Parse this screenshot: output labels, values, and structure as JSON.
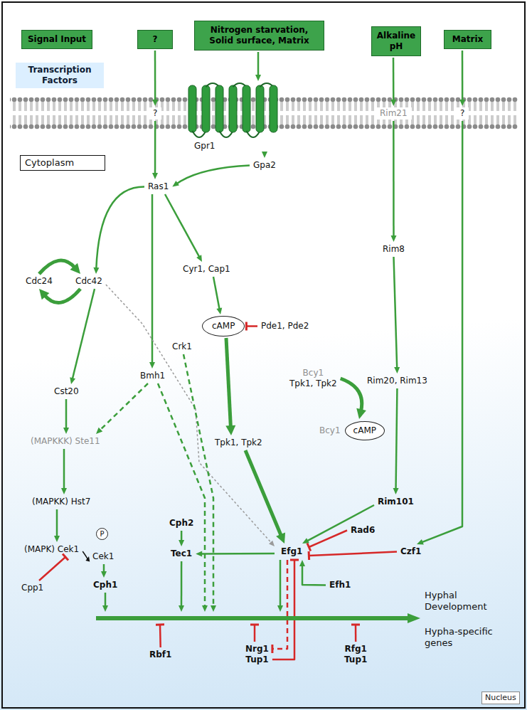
{
  "diagram": {
    "nodes": [
      {
        "text": [
          "Signal Input"
        ]
      },
      {
        "text": [
          "?"
        ]
      },
      {
        "text": [
          "Nitrogen starvation, Solid surface, Matrix"
        ]
      },
      {
        "text": [
          "Alkaline pH"
        ]
      },
      {
        "text": [
          "Matrix"
        ]
      },
      {
        "text": [
          "Transcription Factors"
        ]
      },
      {
        "text": [
          "?"
        ]
      },
      {
        "text": [
          "Gpr1"
        ]
      },
      {
        "text": [
          "Rim21"
        ]
      },
      {
        "text": [
          "?"
        ]
      },
      {
        "text": [
          "Cytoplasm"
        ]
      },
      {
        "text": [
          "Gpa2"
        ]
      },
      {
        "text": [
          "Ras1"
        ]
      },
      {
        "text": [
          "Rim8"
        ]
      },
      {
        "text": [
          "Cyr1, Cap1"
        ]
      },
      {
        "text": [
          "Cdc24"
        ]
      },
      {
        "text": [
          "Cdc42"
        ]
      },
      {
        "text": [
          "cAMP"
        ]
      },
      {
        "text": [
          "Pde1, Pde2"
        ]
      },
      {
        "text": [
          "Crk1"
        ]
      },
      {
        "text": [
          "Bmh1"
        ]
      },
      {
        "text": [
          "Bcy1",
          "Tpk1, Tpk2"
        ]
      },
      {
        "text": [
          "Rim20, Rim13"
        ]
      },
      {
        "text": [
          "Cst20"
        ]
      },
      {
        "text": [
          "Bcy1",
          "cAMP"
        ]
      },
      {
        "text": [
          "(MAPKKK) Ste11"
        ]
      },
      {
        "text": [
          "Tpk1, Tpk2"
        ]
      },
      {
        "text": [
          "(MAPKK) Hst7"
        ]
      },
      {
        "text": [
          "Rim101"
        ]
      },
      {
        "text": [
          "Cph2"
        ]
      },
      {
        "text": [
          "Rad6"
        ]
      },
      {
        "text": [
          "P"
        ]
      },
      {
        "text": [
          "(MAPK) Cek1"
        ]
      },
      {
        "text": [
          "Efg1"
        ]
      },
      {
        "text": [
          "Czf1"
        ]
      },
      {
        "text": [
          "Tec1"
        ]
      },
      {
        "text": [
          "Cek1"
        ]
      },
      {
        "text": [
          "Cph1"
        ]
      },
      {
        "text": [
          "Efh1"
        ]
      },
      {
        "text": [
          "Cpp1"
        ]
      },
      {
        "text": [
          "Hyphal Development",
          "Hypha-specific genes"
        ]
      },
      {
        "text": [
          "Rbf1"
        ]
      },
      {
        "text": [
          "Nrg1 Tup1"
        ]
      },
      {
        "text": [
          "Rfg1 Tup1"
        ]
      },
      {
        "text": [
          "Nucleus"
        ]
      }
    ],
    "edges": [
      {
        "from": 1,
        "to": 6,
        "arrow": "to"
      },
      {
        "from": 2,
        "to": 7,
        "arrow": "to"
      },
      {
        "from": 3,
        "to": 8,
        "arrow": "to"
      },
      {
        "from": 4,
        "to": 9,
        "arrow": "to"
      },
      {
        "from": 6,
        "to": 12,
        "arrow": "to"
      },
      {
        "from": 7,
        "to": 11,
        "arrow": "to"
      },
      {
        "from": 11,
        "to": 12,
        "arrow": "to"
      },
      {
        "from": 12,
        "to": 16,
        "arrow": "to"
      },
      {
        "from": 12,
        "to": 20,
        "arrow": "to"
      },
      {
        "from": 12,
        "to": 14,
        "arrow": "to"
      },
      {
        "from": 15,
        "to": 16,
        "arrow": "to"
      },
      {
        "from": 16,
        "to": 15,
        "arrow": "to"
      },
      {
        "from": 16,
        "to": 23,
        "arrow": "to"
      },
      {
        "from": 16,
        "to": 33,
        "arrow": "to"
      },
      {
        "from": 14,
        "to": 17,
        "arrow": "to"
      },
      {
        "from": 18,
        "to": 17,
        "arrow": "to"
      },
      {
        "from": 17,
        "to": 26,
        "arrow": "to"
      },
      {
        "from": 21,
        "to": 24,
        "arrow": "to"
      },
      {
        "from": 8,
        "to": 13,
        "arrow": "to"
      },
      {
        "from": 13,
        "to": 22,
        "arrow": "to"
      },
      {
        "from": 22,
        "to": 28,
        "arrow": "to"
      },
      {
        "from": 28,
        "to": 33,
        "arrow": "to"
      },
      {
        "from": 23,
        "to": 25,
        "arrow": "to"
      },
      {
        "from": 20,
        "to": 25,
        "arrow": "to"
      },
      {
        "from": 25,
        "to": 27,
        "arrow": "to"
      },
      {
        "from": 27,
        "to": 32,
        "arrow": "to"
      },
      {
        "from": 32,
        "to": 36,
        "arrow": "to"
      },
      {
        "from": 39,
        "to": 32,
        "arrow": "to"
      },
      {
        "from": 36,
        "to": 37,
        "arrow": "to"
      },
      {
        "from": 37,
        "to": 40,
        "arrow": "to"
      },
      {
        "from": 19,
        "to": 40,
        "arrow": "to"
      },
      {
        "from": 20,
        "to": 40,
        "arrow": "to"
      },
      {
        "from": 26,
        "to": 33,
        "arrow": "to"
      },
      {
        "from": 30,
        "to": 33,
        "arrow": "to"
      },
      {
        "from": 34,
        "to": 33,
        "arrow": "to"
      },
      {
        "from": 9,
        "to": 34,
        "arrow": "to"
      },
      {
        "from": 29,
        "to": 35,
        "arrow": "to"
      },
      {
        "from": 33,
        "to": 35,
        "arrow": "to"
      },
      {
        "from": 35,
        "to": 40,
        "arrow": "to"
      },
      {
        "from": 33,
        "to": 40,
        "arrow": "to"
      },
      {
        "from": 33,
        "to": 42,
        "arrow": "to"
      },
      {
        "from": 42,
        "to": 33,
        "arrow": "to"
      },
      {
        "from": 38,
        "to": 33,
        "arrow": "to"
      },
      {
        "from": 41,
        "to": 40,
        "arrow": "to"
      },
      {
        "from": 42,
        "to": 40,
        "arrow": "to"
      },
      {
        "from": 43,
        "to": 40,
        "arrow": "to"
      }
    ]
  }
}
